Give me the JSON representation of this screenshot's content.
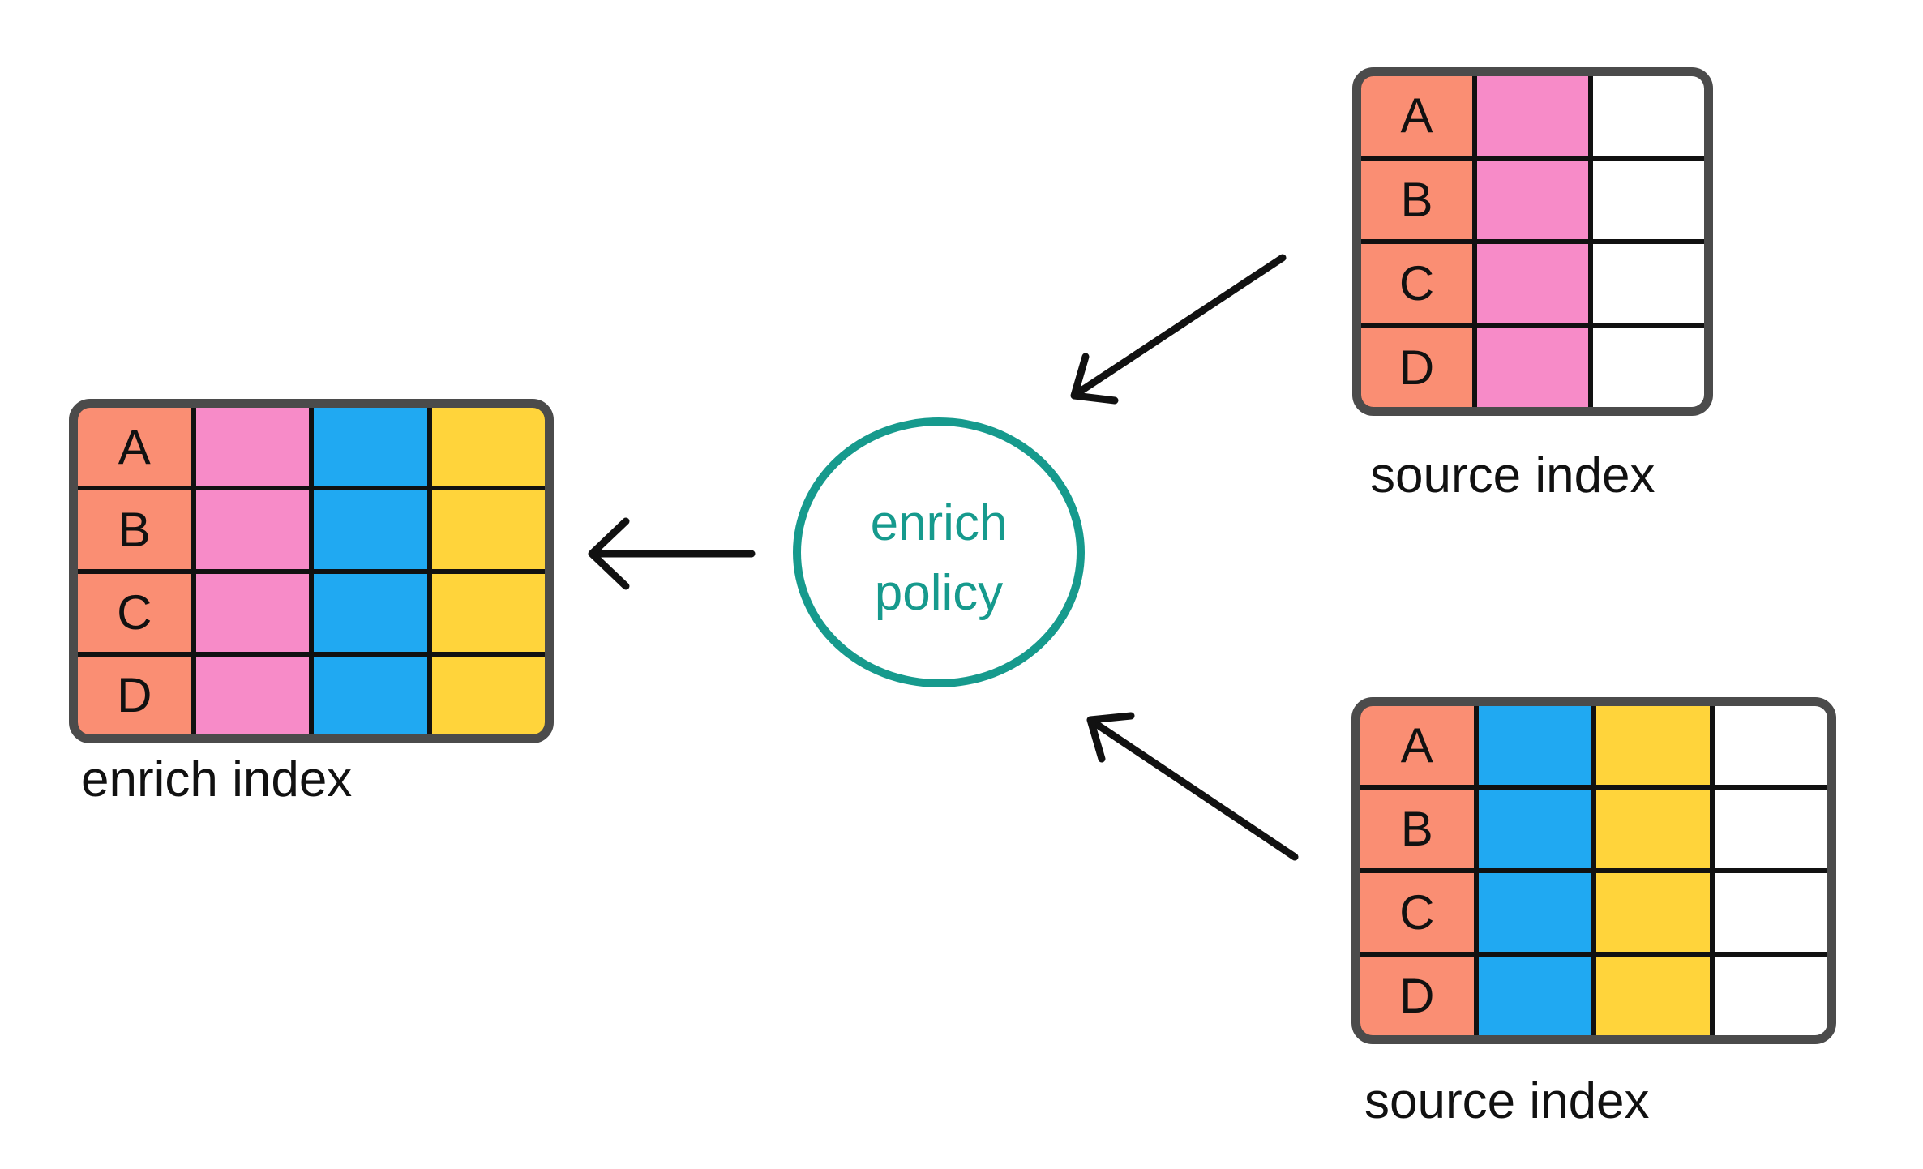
{
  "colors": {
    "salmon": "#fa8e73",
    "pink": "#f78bc8",
    "blue": "#20a9f2",
    "yellow": "#ffd43b",
    "white": "#ffffff",
    "teal": "#169a8d",
    "grid_line": "#111111",
    "table_border": "#4b4b4b",
    "arrow": "#111111",
    "background": "#ffffff",
    "letter": "#111111"
  },
  "enrich_index": {
    "label": "enrich index",
    "rows": [
      "A",
      "B",
      "C",
      "D"
    ],
    "columns": [
      "salmon",
      "pink",
      "blue",
      "yellow"
    ]
  },
  "source_index_top": {
    "label": "source index",
    "rows": [
      "A",
      "B",
      "C",
      "D"
    ],
    "columns": [
      "salmon",
      "pink",
      "white"
    ]
  },
  "source_index_bottom": {
    "label": "source index",
    "rows": [
      "A",
      "B",
      "C",
      "D"
    ],
    "columns": [
      "salmon",
      "blue",
      "yellow",
      "white"
    ]
  },
  "policy": {
    "line1": "enrich",
    "line2": "policy"
  }
}
